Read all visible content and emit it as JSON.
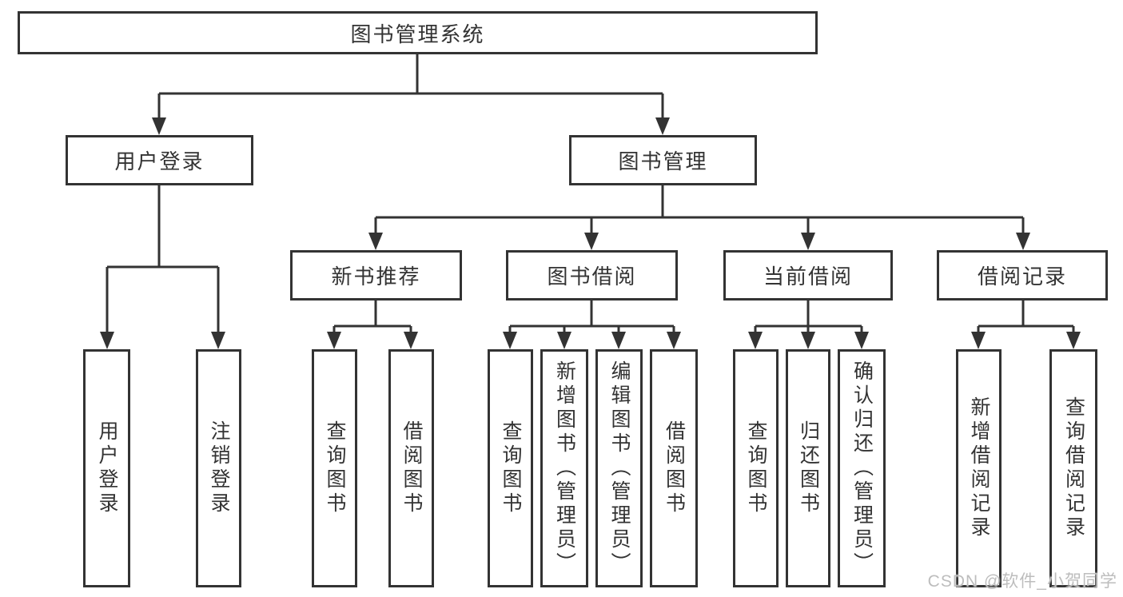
{
  "diagram_type": "hierarchy-tree",
  "tree": {
    "label": "图书管理系统",
    "children": [
      {
        "label": "用户登录",
        "children": [
          {
            "label": "用户登录"
          },
          {
            "label": "注销登录"
          }
        ]
      },
      {
        "label": "图书管理",
        "children": [
          {
            "label": "新书推荐",
            "children": [
              {
                "label": "查询图书"
              },
              {
                "label": "借阅图书"
              }
            ]
          },
          {
            "label": "图书借阅",
            "children": [
              {
                "label": "查询图书"
              },
              {
                "label": "新增图书（管理员）"
              },
              {
                "label": "编辑图书（管理员）"
              },
              {
                "label": "借阅图书"
              }
            ]
          },
          {
            "label": "当前借阅",
            "children": [
              {
                "label": "查询图书"
              },
              {
                "label": "归还图书"
              },
              {
                "label": "确认归还（管理员）"
              }
            ]
          },
          {
            "label": "借阅记录",
            "children": [
              {
                "label": "新增借阅记录"
              },
              {
                "label": "查询借阅记录"
              }
            ]
          }
        ]
      }
    ]
  },
  "watermark": {
    "text": "CSDN @软件_小贺同学"
  },
  "colors": {
    "background": "#ffffff",
    "box_fill": "#ffffff",
    "box_border": "#333333",
    "text": "#333333",
    "connector": "#333333",
    "watermark": "#bdbdbd"
  }
}
